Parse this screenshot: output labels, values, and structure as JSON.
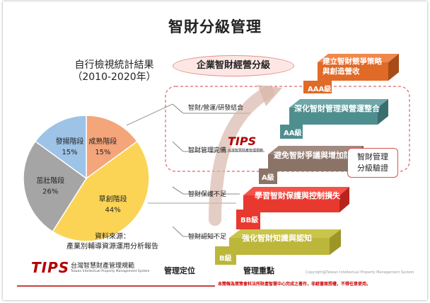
{
  "slide": {
    "title": "智財分級管理",
    "subtitle_line1": "自行檢視統計結果",
    "subtitle_line2": "（2010-2020年）",
    "oval_label": "企業智財經營分級",
    "callout_line1": "智財管理",
    "callout_line2": "分級驗證",
    "source_line1": "資料來源：",
    "source_line2": "產業別輔導資源運用分析報告",
    "org_logo_text": "TIPS",
    "org_name": "台灣智慧財產管理規範",
    "org_name_en": "Taiwan Intellectual Property Management System",
    "bottom_label_left": "管理定位",
    "bottom_label_right": "管理重點",
    "copyright": "Copyright@Taiwan Intellectual Property Management System",
    "footer_notice": "本簡報為資策會科法所財產智慧中心完成之著作，非經書面授權，不得任意使用。"
  },
  "steps": [
    {
      "level": "B級",
      "focus": "強化智財知識與認知",
      "position": "智財認知不足"
    },
    {
      "level": "BB級",
      "focus": "學習智財保護與控制損失",
      "position": "智財保護不足"
    },
    {
      "level": "A級",
      "focus": "避免智財爭議與增加防禦",
      "position": "智財管理完備"
    },
    {
      "level": "AA級",
      "focus": "深化智財管理與營運整合",
      "position": "智財/營運/研發結合"
    },
    {
      "level": "AAA級",
      "focus": "建立智財競爭策略與創造營收",
      "position": ""
    }
  ],
  "chart_data": {
    "type": "pie",
    "title": "自行檢視統計結果",
    "subtitle": "（2010-2020年）",
    "slices": [
      {
        "label": "成熟階段",
        "value": 15,
        "color": "#f4a57a"
      },
      {
        "label": "草創階段",
        "value": 44,
        "color": "#fbd456"
      },
      {
        "label": "茁壯階段",
        "value": 26,
        "color": "#a5a5a5"
      },
      {
        "label": "發揚階段",
        "value": 15,
        "color": "#9dc3e6"
      }
    ],
    "value_suffix": "%"
  }
}
